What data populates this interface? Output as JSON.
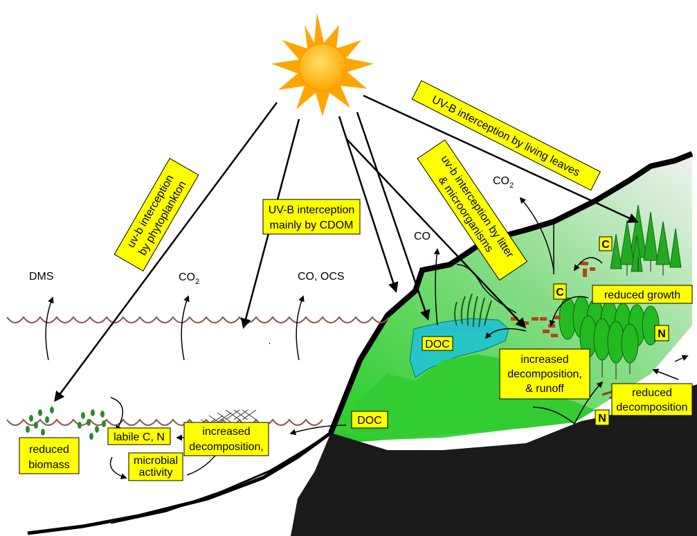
{
  "labels": {
    "dms": "DMS",
    "co2_left": "CO",
    "co2_left_sub": "2",
    "co_ocs": "CO,  OCS",
    "co_mid": "CO",
    "co2_right": "CO",
    "co2_right_sub": "2",
    "phytoplankton_1": "uv-b interception",
    "phytoplankton_2": "by phytoplankton",
    "cdom_1": "UV-B interception",
    "cdom_2": "mainly by CDOM",
    "litter_1": "uv-b interception by litter",
    "litter_2": "& microorganisms",
    "leaves": "UV-B interception by living leaves",
    "reduced_biomass_1": "reduced",
    "reduced_biomass_2": "biomass",
    "labile": "labile C, N",
    "microbial_1": "microbial",
    "microbial_2": "activity",
    "incr_decomp_left_1": "increased",
    "incr_decomp_left_2": "decomposition,",
    "doc_lake": "DOC",
    "doc_shore": "DOC",
    "incr_decomp_right_1": "increased",
    "incr_decomp_right_2": "decomposition,",
    "incr_decomp_right_3": "& runoff",
    "reduced_growth": "reduced growth",
    "c_upper": "C",
    "c_lower": "C",
    "n_upper": "N",
    "n_lower": "N",
    "reduced_decomp_1": "reduced",
    "reduced_decomp_2": "decomposition"
  },
  "colors": {
    "sun": "#ffb000",
    "sun_rays": "#ffa500",
    "water_wave": "#8b5a4a",
    "lake": "#26c6c6",
    "land_green": "#33cc33",
    "box": "#ffff00",
    "tree": "#22aa22",
    "litter": "#b5431a",
    "rock": "#1a1a1a"
  }
}
